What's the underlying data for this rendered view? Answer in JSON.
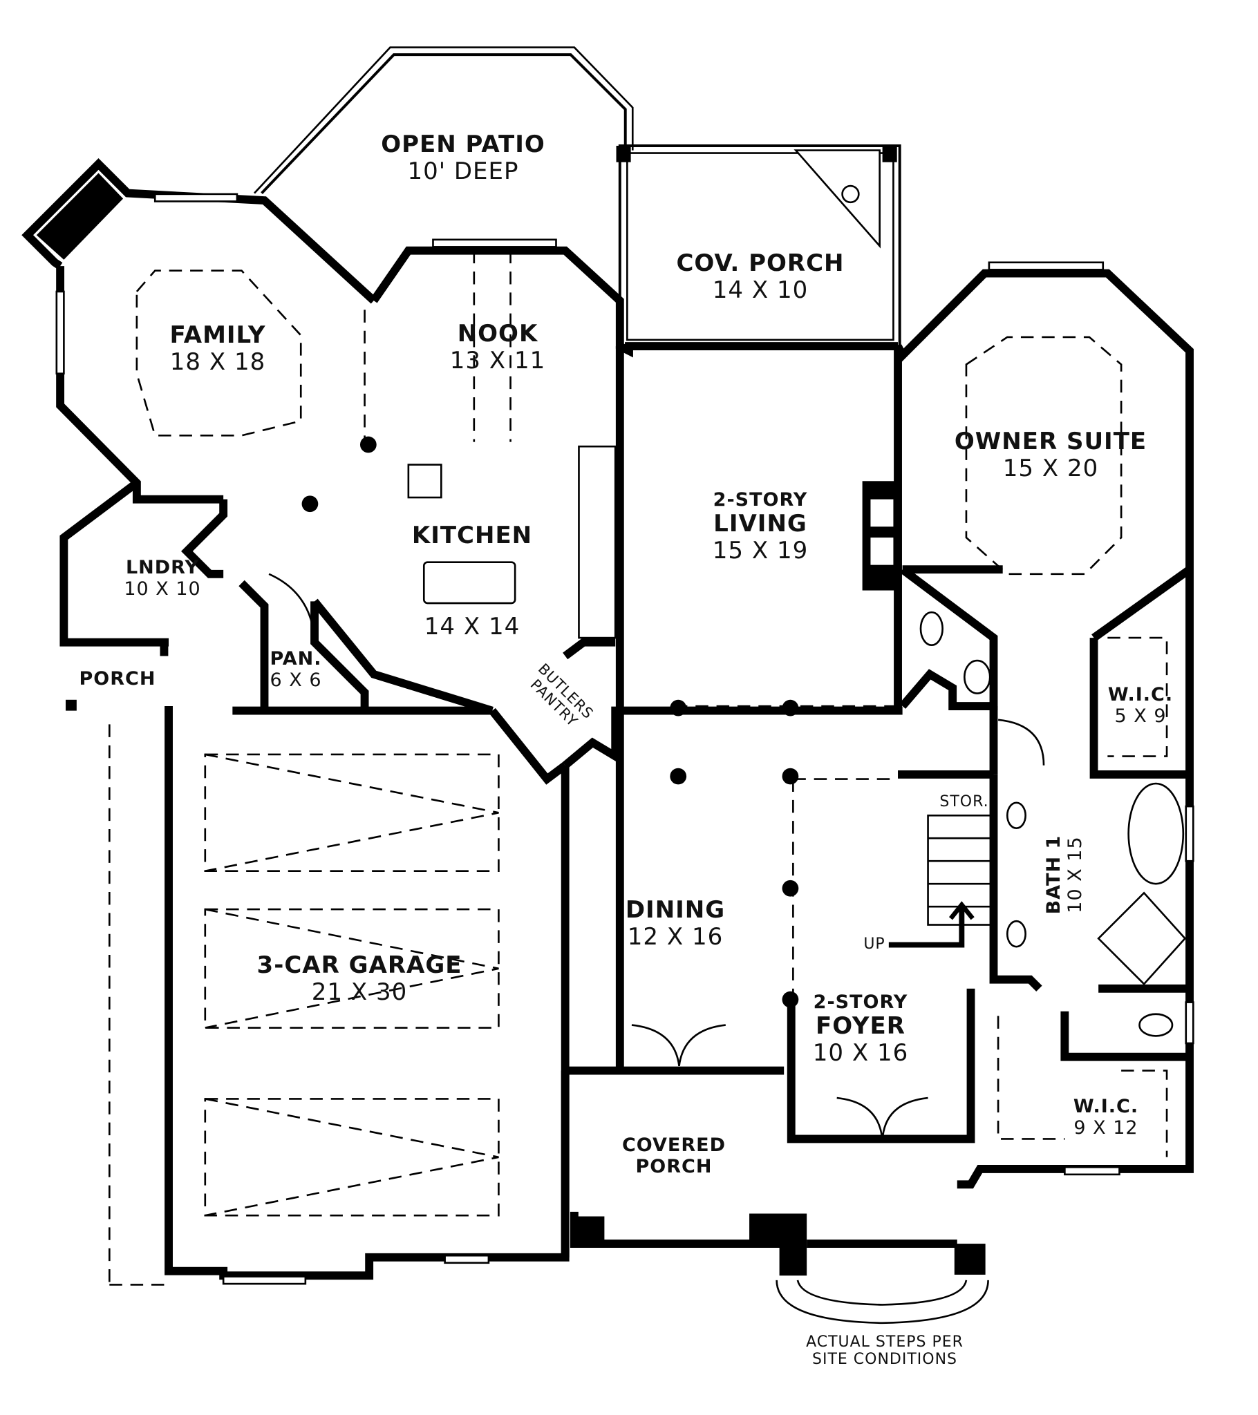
{
  "rooms": {
    "open_patio": {
      "name": "OPEN PATIO",
      "dim": "10' DEEP"
    },
    "cov_porch": {
      "name": "COV. PORCH",
      "dim": "14 X 10"
    },
    "family": {
      "name": "FAMILY",
      "dim": "18 X 18"
    },
    "nook": {
      "name": "NOOK",
      "dim": "13 X 11"
    },
    "owner_suite": {
      "name": "OWNER SUITE",
      "dim": "15 X 20"
    },
    "living": {
      "prefix": "2-STORY",
      "name": "LIVING",
      "dim": "15 X 19"
    },
    "kitchen": {
      "name": "KITCHEN",
      "dim": "14 X 14"
    },
    "lndry": {
      "name": "LNDRY",
      "dim": "10 X 10"
    },
    "porch_side": {
      "name": "PORCH"
    },
    "pan": {
      "name": "PAN.",
      "dim": "6 X 6"
    },
    "butlers": {
      "name": "BUTLERS PANTRY"
    },
    "wic_small": {
      "name": "W.I.C.",
      "dim": "5 X 9"
    },
    "stor": {
      "name": "STOR."
    },
    "bath1": {
      "name": "BATH 1",
      "dim": "10 X 15"
    },
    "dining": {
      "name": "DINING",
      "dim": "12 X 16"
    },
    "garage": {
      "name": "3-CAR GARAGE",
      "dim": "21 X 30"
    },
    "foyer": {
      "prefix": "2-STORY",
      "name": "FOYER",
      "dim": "10 X 16"
    },
    "wic_large": {
      "name": "W.I.C.",
      "dim": "9 X 12"
    },
    "covered_porch": {
      "line1": "COVERED",
      "line2": "PORCH"
    }
  },
  "stairs_label": "UP",
  "steps_note": {
    "line1": "ACTUAL STEPS PER",
    "line2": "SITE CONDITIONS"
  }
}
